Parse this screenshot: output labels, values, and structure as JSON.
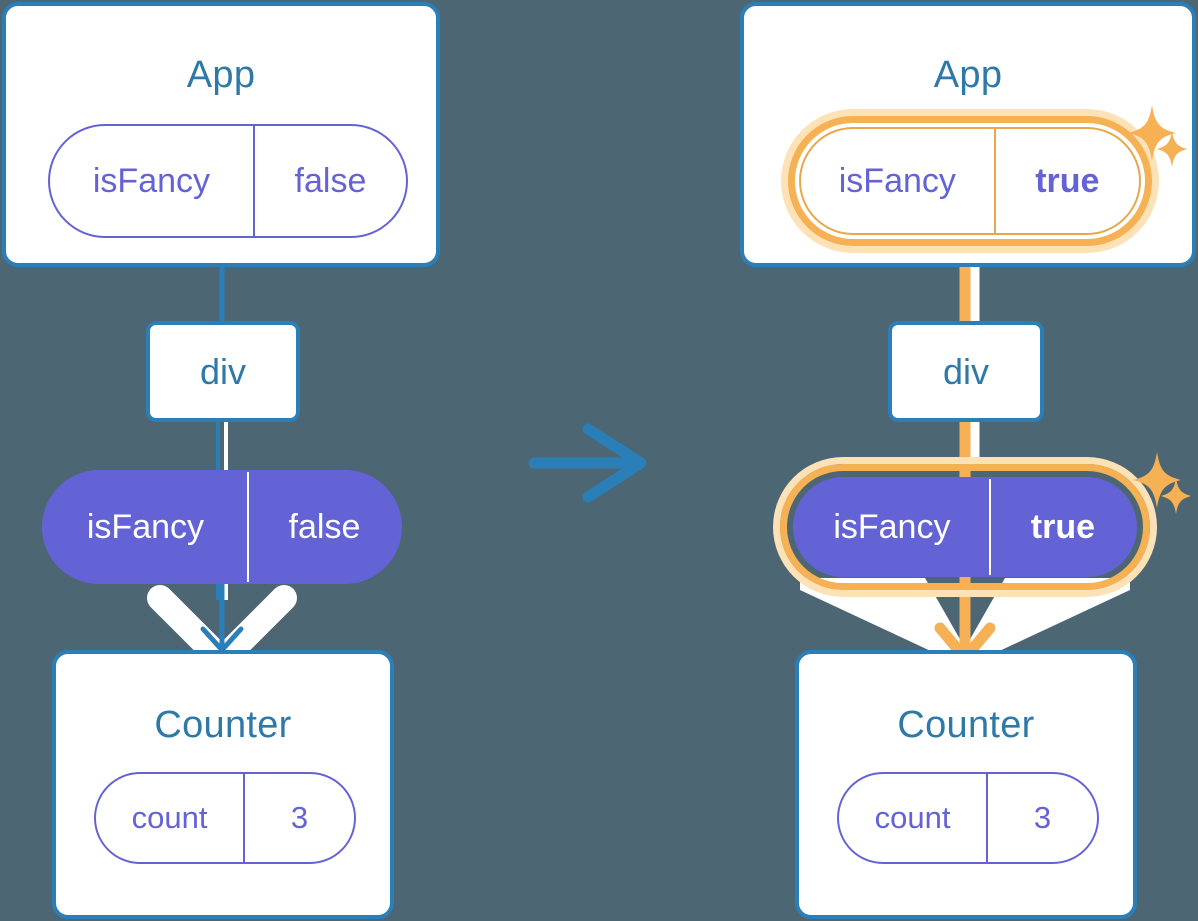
{
  "diagram": {
    "title": "React state update propagation diagram",
    "background_color": "#4d6673",
    "accent_blue": "#2b7fb8",
    "title_blue": "#2e79a8",
    "purple": "#6463d6",
    "highlight_orange": "#f7b155",
    "highlight_orange_glow": "#fde2b8",
    "transition_arrow": "arrow-right-icon"
  },
  "before": {
    "app": {
      "title": "App",
      "pill": {
        "key": "isFancy",
        "value": "false",
        "highlighted": false
      }
    },
    "div": {
      "label": "div"
    },
    "prop_pill": {
      "key": "isFancy",
      "value": "false",
      "highlighted": false
    },
    "counter": {
      "title": "Counter",
      "pill": {
        "key": "count",
        "value": "3",
        "highlighted": false
      }
    }
  },
  "after": {
    "app": {
      "title": "App",
      "pill": {
        "key": "isFancy",
        "value": "true",
        "highlighted": true
      }
    },
    "div": {
      "label": "div"
    },
    "prop_pill": {
      "key": "isFancy",
      "value": "true",
      "highlighted": true
    },
    "counter": {
      "title": "Counter",
      "pill": {
        "key": "count",
        "value": "3",
        "highlighted": false
      }
    },
    "sparkles": [
      "sparkle-star-large",
      "sparkle-star-small"
    ]
  }
}
